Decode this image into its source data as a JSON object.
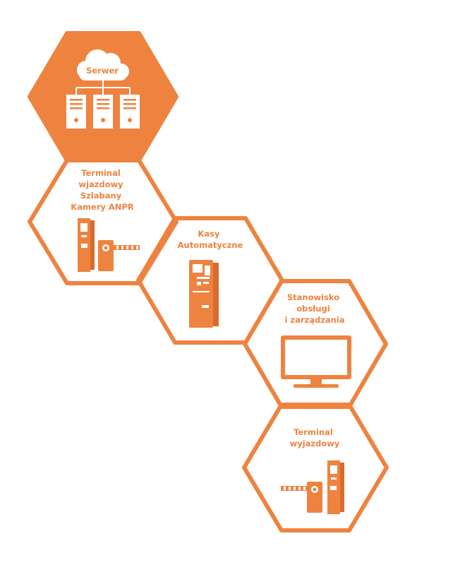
{
  "colors": {
    "accent": "#ee8340",
    "background": "#ffffff"
  },
  "nodes": [
    {
      "id": "serwer",
      "lines": [
        "Serwer"
      ],
      "icon": "server-cloud-icon"
    },
    {
      "id": "terminal-wjazdowy",
      "lines": [
        "Terminal",
        "wjazdowy",
        "Szlabany",
        "Kamery ANPR"
      ],
      "icon": "entry-terminal-barrier-icon"
    },
    {
      "id": "kasy",
      "lines": [
        "Kasy",
        "Automatyczne"
      ],
      "icon": "payment-kiosk-icon"
    },
    {
      "id": "stanowisko",
      "lines": [
        "Stanowisko",
        "obsługi",
        "i zarządzania"
      ],
      "icon": "monitor-icon"
    },
    {
      "id": "terminal-wyjazdowy",
      "lines": [
        "Terminal",
        "wyjazdowy"
      ],
      "icon": "exit-terminal-barrier-icon"
    }
  ]
}
